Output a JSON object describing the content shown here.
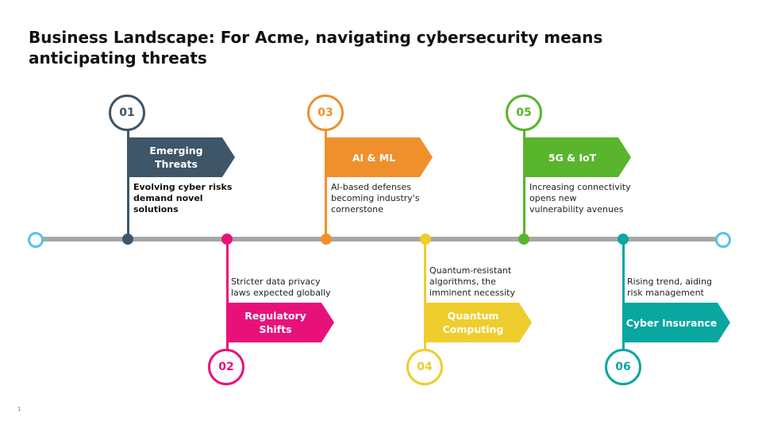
{
  "title": "Business Landscape: For Acme, navigating cybersecurity means anticipating threats",
  "page_number": "1",
  "milestones": [
    {
      "number": "01",
      "label": "Emerging Threats",
      "description": "Evolving cyber risks demand novel solutions",
      "color": "#3e5668"
    },
    {
      "number": "02",
      "label": "Regulatory Shifts",
      "description": "Stricter data privacy laws expected globally",
      "color": "#e8117a"
    },
    {
      "number": "03",
      "label": "AI & ML",
      "description": "AI-based defenses becoming industry's cornerstone",
      "color": "#f0902c"
    },
    {
      "number": "04",
      "label": "Quantum Computing",
      "description": "Quantum-resistant algorithms, the imminent necessity",
      "color": "#eecd2c"
    },
    {
      "number": "05",
      "label": "5G & IoT",
      "description": "Increasing connectivity opens new vulnerability avenues",
      "color": "#58b52c"
    },
    {
      "number": "06",
      "label": "Cyber Insurance",
      "description": "Rising trend, aiding risk management",
      "color": "#0aa6a0"
    }
  ],
  "timeline_end_color": "#5bc0e8",
  "line_color": "#a6a6a6"
}
